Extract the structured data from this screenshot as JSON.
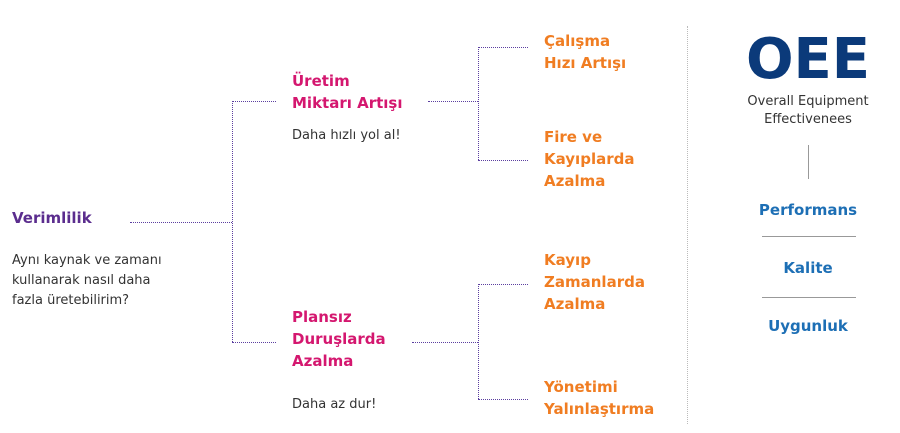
{
  "root": {
    "title": "Verimlilik",
    "description": [
      "Aynı kaynak ve zamanı",
      "kullanarak nasıl daha",
      "fazla üretebilirim?"
    ]
  },
  "branch_top": {
    "title": [
      "Üretim",
      "Miktarı Artışı"
    ],
    "description": "Daha hızlı yol al!",
    "children": [
      [
        "Çalışma",
        "Hızı Artışı"
      ],
      [
        "Fire ve",
        "Kayıplarda",
        "Azalma"
      ]
    ]
  },
  "branch_bottom": {
    "title": [
      "Plansız",
      "Duruşlarda",
      "Azalma"
    ],
    "description": "Daha az dur!",
    "children": [
      [
        "Kayıp",
        "Zamanlarda",
        "Azalma"
      ],
      [
        "Yönetimi",
        "Yalınlaştırma"
      ]
    ]
  },
  "oee": {
    "acronym": "OEE",
    "expansion": [
      "Overall Equipment",
      "Effectivenees"
    ],
    "components": [
      "Performans",
      "Kalite",
      "Uygunluk"
    ]
  },
  "colors": {
    "purple": "#5b2d8e",
    "magenta": "#d4176f",
    "orange": "#f07d22",
    "blue": "#1d6fb5",
    "navy": "#0b3a7a"
  }
}
